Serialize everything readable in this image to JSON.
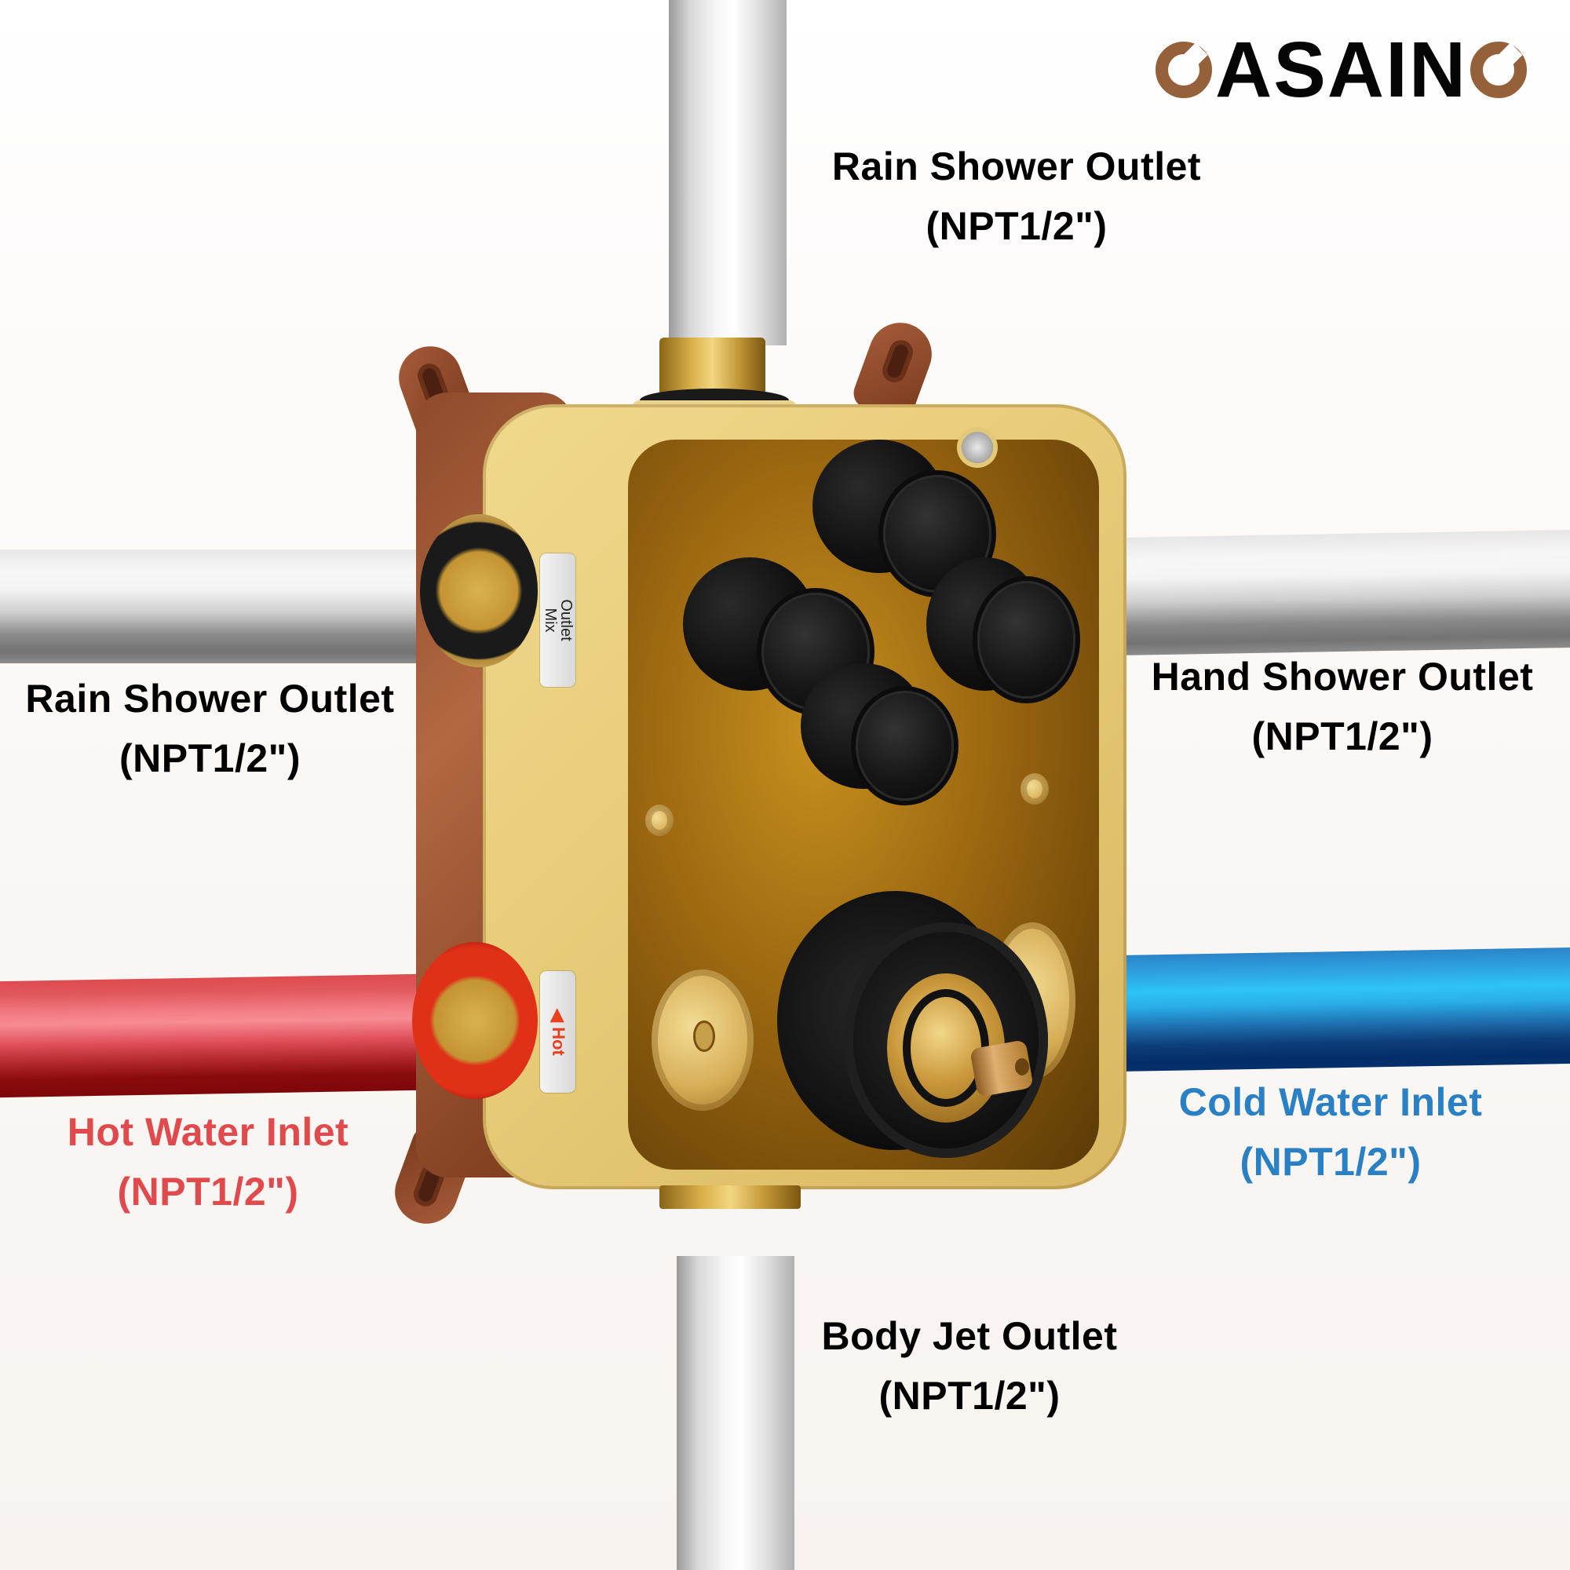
{
  "brand": {
    "logo_text": "ASAIN",
    "logo_full": "CASAINC",
    "ring_color": "#94613a"
  },
  "labels": {
    "top": {
      "title": "Rain Shower Outlet",
      "spec": "(NPT1/2\")",
      "color": "#000000"
    },
    "left": {
      "title": "Rain Shower Outlet",
      "spec": "(NPT1/2\")",
      "color": "#000000"
    },
    "right": {
      "title": "Hand Shower Outlet",
      "spec": "(NPT1/2\")",
      "color": "#000000"
    },
    "hot": {
      "title": "Hot Water Inlet",
      "spec": "(NPT1/2\")",
      "color": "#e04a4c"
    },
    "cold": {
      "title": "Cold Water Inlet",
      "spec": "(NPT1/2\")",
      "color": "#2a80c4"
    },
    "bottom": {
      "title": "Body Jet Outlet",
      "spec": "(NPT1/2\")",
      "color": "#000000"
    }
  },
  "stickers": {
    "outlet_mix": {
      "line1": "Outlet",
      "line2": "Mix"
    },
    "hot": {
      "text": "Hot",
      "arrow": "◀",
      "color": "#e8401f"
    }
  },
  "colors": {
    "hot_pipe": "#d13a40",
    "cold_pipe": "#2aaee8",
    "outlet_pipe": "#d8d8d8",
    "box": "#e8cd7a",
    "flange": "#a65c3a",
    "caps": "#111111"
  }
}
